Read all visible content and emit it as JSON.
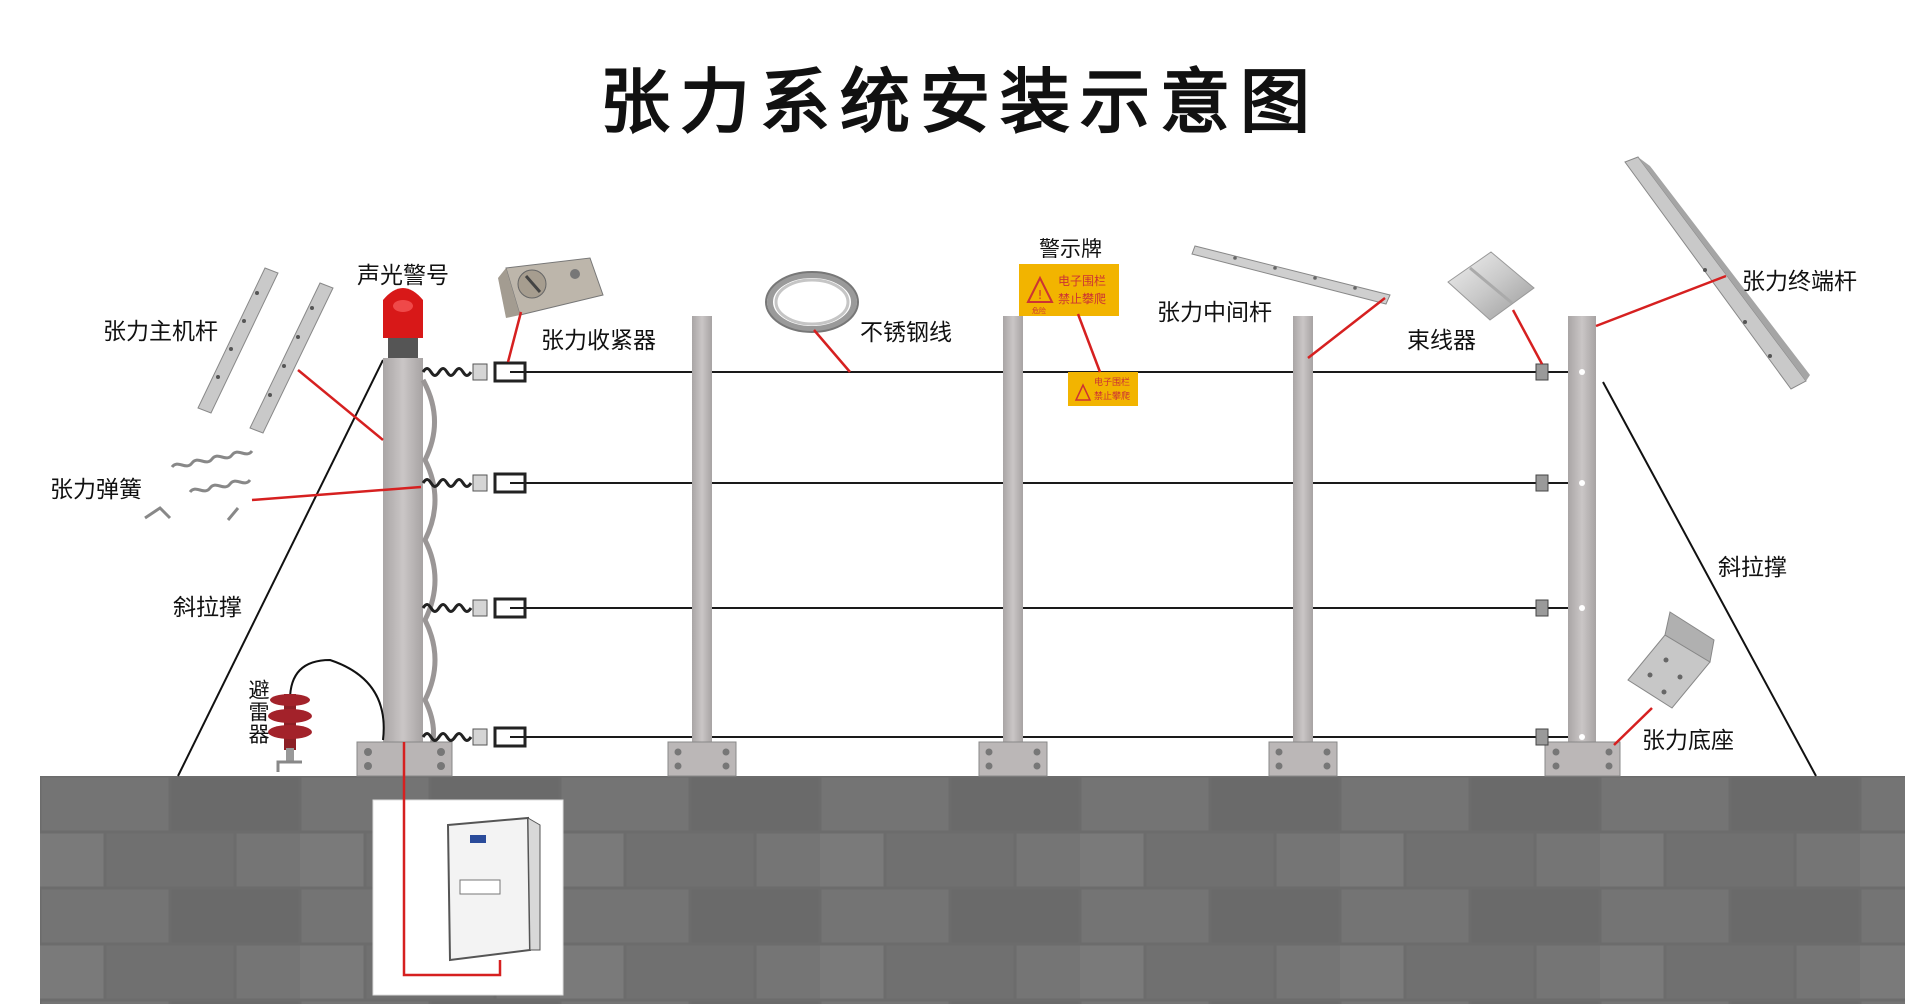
{
  "title": "张力系统安装示意图",
  "labels": {
    "alarm_light": "声光警号",
    "tensioner": "张力收紧器",
    "stainless_wire": "不锈钢线",
    "warning_sign": "警示牌",
    "intermediate_pole": "张力中间杆",
    "wire_bundler": "束线器",
    "terminal_pole": "张力终端杆",
    "main_pole": "张力主机杆",
    "tension_spring": "张力弹簧",
    "diagonal_brace_left": "斜拉撑",
    "diagonal_brace_right": "斜拉撑",
    "lightning_arrester": "避雷器",
    "base": "张力底座"
  },
  "sign_text": {
    "line1": "电子围栏",
    "line2": "禁止攀爬",
    "badge": "危险"
  },
  "colors": {
    "leader": "#d62020",
    "wire": "#1a1a1a",
    "pole": "#bdb9b9",
    "brick": "#6f6f6f",
    "sign": "#f2b400",
    "arrester": "#a3222a",
    "alarm_light": "#d81818"
  }
}
